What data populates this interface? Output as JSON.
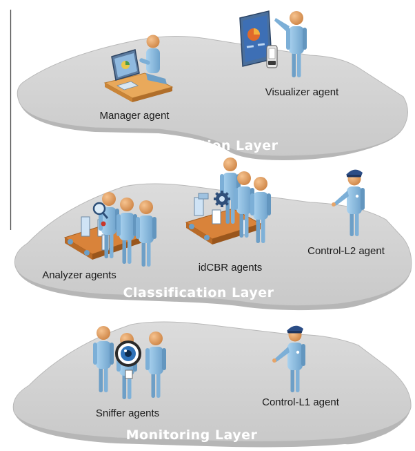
{
  "colors": {
    "platform": "#d2d2d2",
    "platform_edge": "#b3b3b3",
    "skin": "#e6a468",
    "body": "#8fc0e3",
    "body_dark": "#5f93bb",
    "belt": "#d9833a",
    "police_cap": "#2b4d86",
    "screen": "#3d6fb5",
    "chart_accent": "#e06a2a"
  },
  "layers": [
    {
      "id": "administration",
      "label": "Administration Layer"
    },
    {
      "id": "classification",
      "label": "Classification Layer"
    },
    {
      "id": "monitoring",
      "label": "Monitoring Layer"
    }
  ],
  "agents": {
    "manager": {
      "label": "Manager agent",
      "icon": "desk-worker-icon"
    },
    "visualizer": {
      "label": "Visualizer agent",
      "icon": "presenter-with-screen-icon"
    },
    "analyzer": {
      "label": "Analyzer agents",
      "icon": "conveyor-magnifier-team-icon"
    },
    "idcbr": {
      "label": "idCBR agents",
      "icon": "conveyor-gear-team-icon"
    },
    "control_l2": {
      "label": "Control-L2 agent",
      "icon": "police-officer-icon"
    },
    "sniffer": {
      "label": "Sniffer agents",
      "icon": "eye-team-icon"
    },
    "control_l1": {
      "label": "Control-L1 agent",
      "icon": "police-officer-icon"
    }
  }
}
